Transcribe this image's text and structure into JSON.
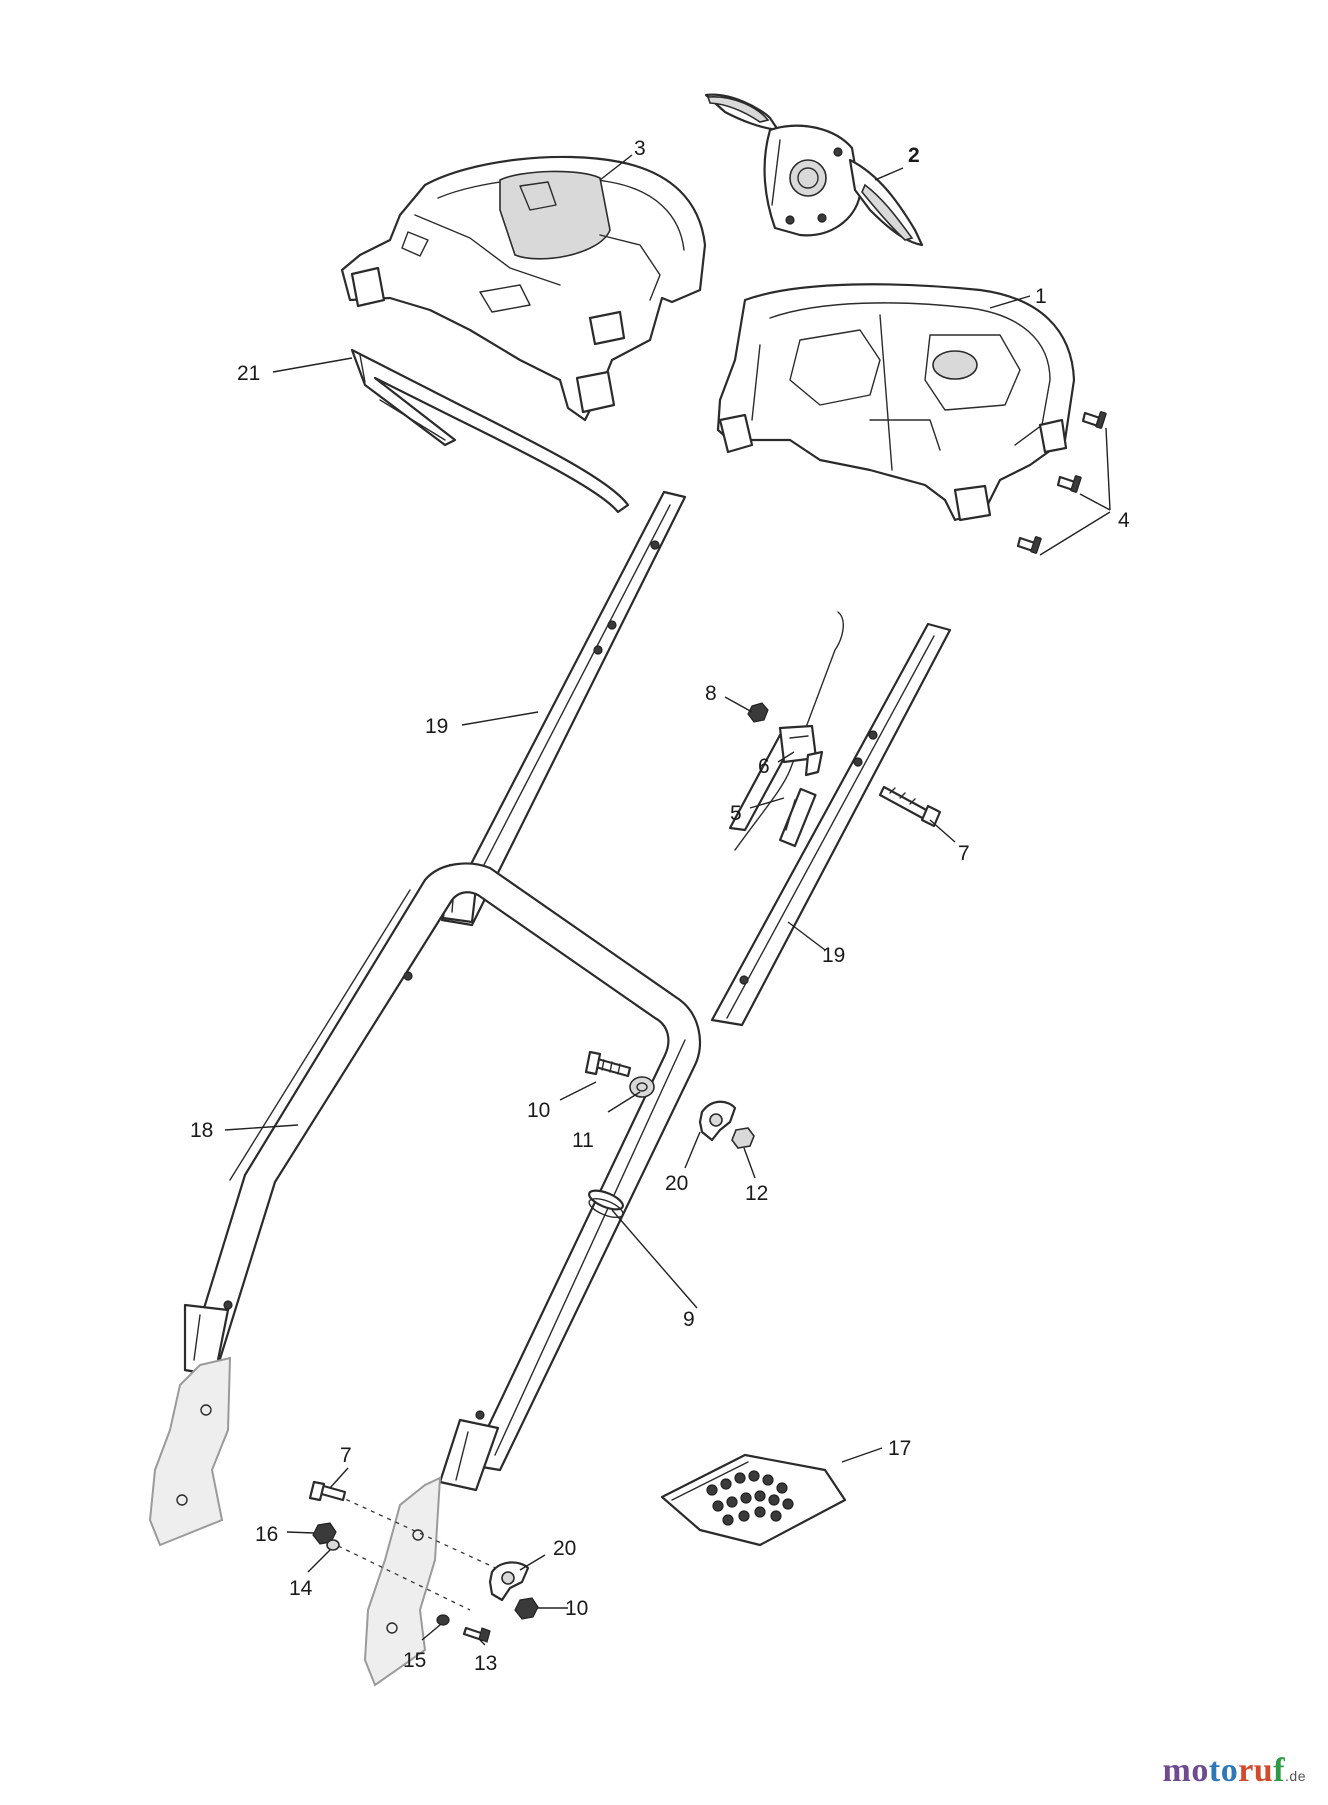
{
  "callouts": {
    "c1": "1",
    "c2": "2",
    "c3": "3",
    "c4": "4",
    "c5": "5",
    "c6": "6",
    "c7a": "7",
    "c7b": "7",
    "c8": "8",
    "c9": "9",
    "c10a": "10",
    "c10b": "10",
    "c11": "11",
    "c12": "12",
    "c13": "13",
    "c14": "14",
    "c15": "15",
    "c16": "16",
    "c17": "17",
    "c18": "18",
    "c19a": "19",
    "c19b": "19",
    "c20a": "20",
    "c20b": "20",
    "c21": "21"
  },
  "watermark": {
    "part1": "mo",
    "part2": "to",
    "part3": "ru",
    "part4": "f",
    "tld": ".de"
  },
  "colors": {
    "brand_purple": "#6d4b8e",
    "brand_blue": "#2f78b6",
    "brand_red": "#d24a2d",
    "brand_green": "#2e9a47"
  }
}
